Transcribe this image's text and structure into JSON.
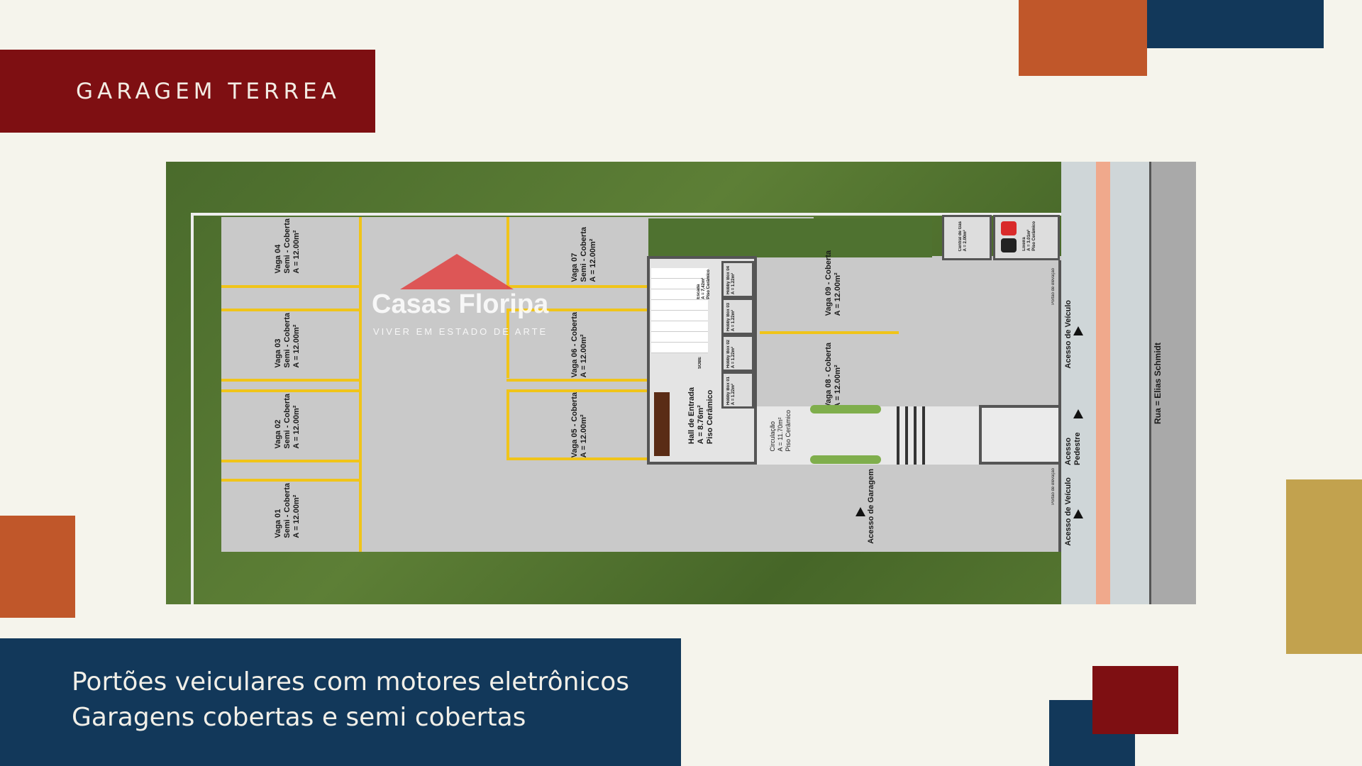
{
  "header": {
    "title": "GARAGEM TERREA"
  },
  "footer": {
    "lines": [
      "Portões veiculares com motores eletrônicos",
      "Garagens cobertas e semi cobertas"
    ]
  },
  "colors": {
    "dark_red": "#7e0f12",
    "navy": "#12385a",
    "orange": "#c0572a",
    "gold": "#c2a24e",
    "background": "#f5f4ec"
  },
  "plan": {
    "spots": [
      {
        "name": "Vaga 04",
        "type": "Semi - Coberta",
        "area": "A = 12.00m²"
      },
      {
        "name": "Vaga 03",
        "type": "Semi - Coberta",
        "area": "A = 12.00m²"
      },
      {
        "name": "Vaga 02",
        "type": "Semi - Coberta",
        "area": "A = 12.00m²"
      },
      {
        "name": "Vaga 01",
        "type": "Semi - Coberta",
        "area": "A = 12.00m²"
      },
      {
        "name": "Vaga 07",
        "type": "Semi - Coberta",
        "area": "A = 12.00m²"
      },
      {
        "name": "Vaga 06 - Coberta",
        "type": "",
        "area": "A = 12.00m²"
      },
      {
        "name": "Vaga 05 - Coberta",
        "type": "",
        "area": "A = 12.00m²"
      },
      {
        "name": "Vaga 09 - Coberta",
        "type": "",
        "area": "A = 12.00m²"
      },
      {
        "name": "Vaga 08 - Coberta",
        "type": "",
        "area": "A = 12.00m²"
      }
    ],
    "rooms": {
      "escada": [
        "Escada",
        "A = 7.42m²",
        "Piso Cerâmico"
      ],
      "hall": [
        "Hall de Entrada",
        "A = 8.76m²",
        "Piso Cerâmico"
      ],
      "circulacao": [
        "Circulação",
        "A = 11.70m²",
        "Piso Cerâmico"
      ],
      "hobby": [
        [
          "Hobby Box 04",
          "A = 1.22m²"
        ],
        [
          "Hobby Box 03",
          "A = 1.22m²"
        ],
        [
          "Hobby Box 02",
          "A = 1.22m²"
        ],
        [
          "Hobby Box 01",
          "A = 1.22m²"
        ]
      ],
      "gas": [
        "Central de Gás",
        "A = 2.00m²"
      ],
      "lixeira": [
        "Lixeira",
        "A = 3.01m²",
        "Piso Cerâmico"
      ]
    },
    "sobe": "SOBE",
    "gate_label": "Portão de elevação",
    "access": {
      "vehicle": "Acesso de Veículo",
      "pedestrian": "Acesso Pedestre",
      "garage": "Acesso de Garagem"
    },
    "street": "Rua = Elias Schmidt",
    "watermark": {
      "brand": "Casas Floripa",
      "tagline": "VIVER EM ESTADO DE ARTE"
    }
  }
}
